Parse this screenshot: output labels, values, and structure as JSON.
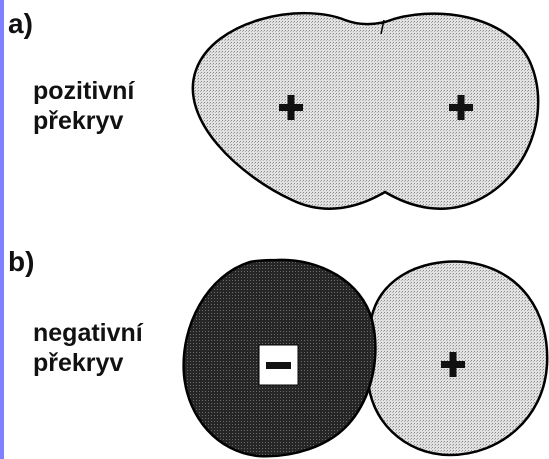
{
  "section_a": {
    "label": "a)",
    "caption_line1": "pozitivní",
    "caption_line2": "překryv",
    "lobe_left_sign": "+",
    "lobe_right_sign": "+"
  },
  "section_b": {
    "label": "b)",
    "caption_line1": "negativní",
    "caption_line2": "překryv",
    "lobe_left_sign": "−",
    "lobe_right_sign": "+"
  },
  "colors": {
    "accent": "#7f7fff",
    "light_fill": "#d8d8d8",
    "dark_fill": "#2a2a2a",
    "outline": "#000000"
  }
}
